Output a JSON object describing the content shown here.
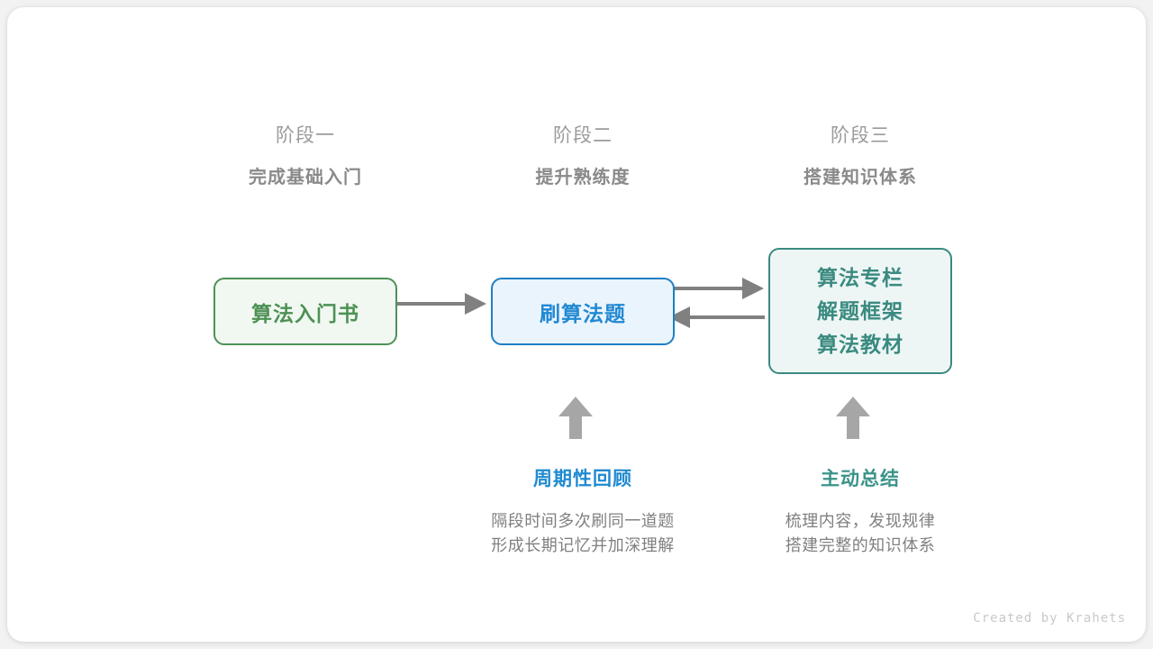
{
  "canvas": {
    "background": "#f2f2f2",
    "card_background": "#ffffff"
  },
  "colors": {
    "green": "#4d9155",
    "green_fill": "#f1f8f1",
    "blue": "#2189d3",
    "blue_border": "#1f7ec4",
    "blue_fill": "#eaf4fc",
    "teal": "#3a8a80",
    "teal_fill": "#eef6f5",
    "arrow_gray": "#808080",
    "heading_gray": "#9b9b9b",
    "subheading_gray": "#8a8a8a",
    "body_gray": "#808080",
    "credit_gray": "#c9c9c9"
  },
  "stages": [
    {
      "title": "阶段一",
      "subtitle": "完成基础入门"
    },
    {
      "title": "阶段二",
      "subtitle": "提升熟练度"
    },
    {
      "title": "阶段三",
      "subtitle": "搭建知识体系"
    }
  ],
  "nodes": {
    "book": {
      "label": "算法入门书"
    },
    "practice": {
      "label": "刷算法题"
    },
    "knowledge": {
      "lines": [
        "算法专栏",
        "解题框架",
        "算法教材"
      ]
    }
  },
  "annotations": [
    {
      "title": "周期性回顾",
      "desc_line1": "隔段时间多次刷同一道题",
      "desc_line2": "形成长期记忆并加深理解"
    },
    {
      "title": "主动总结",
      "desc_line1": "梳理内容，发现规律",
      "desc_line2": "搭建完整的知识体系"
    }
  ],
  "credit": "Created by Krahets"
}
